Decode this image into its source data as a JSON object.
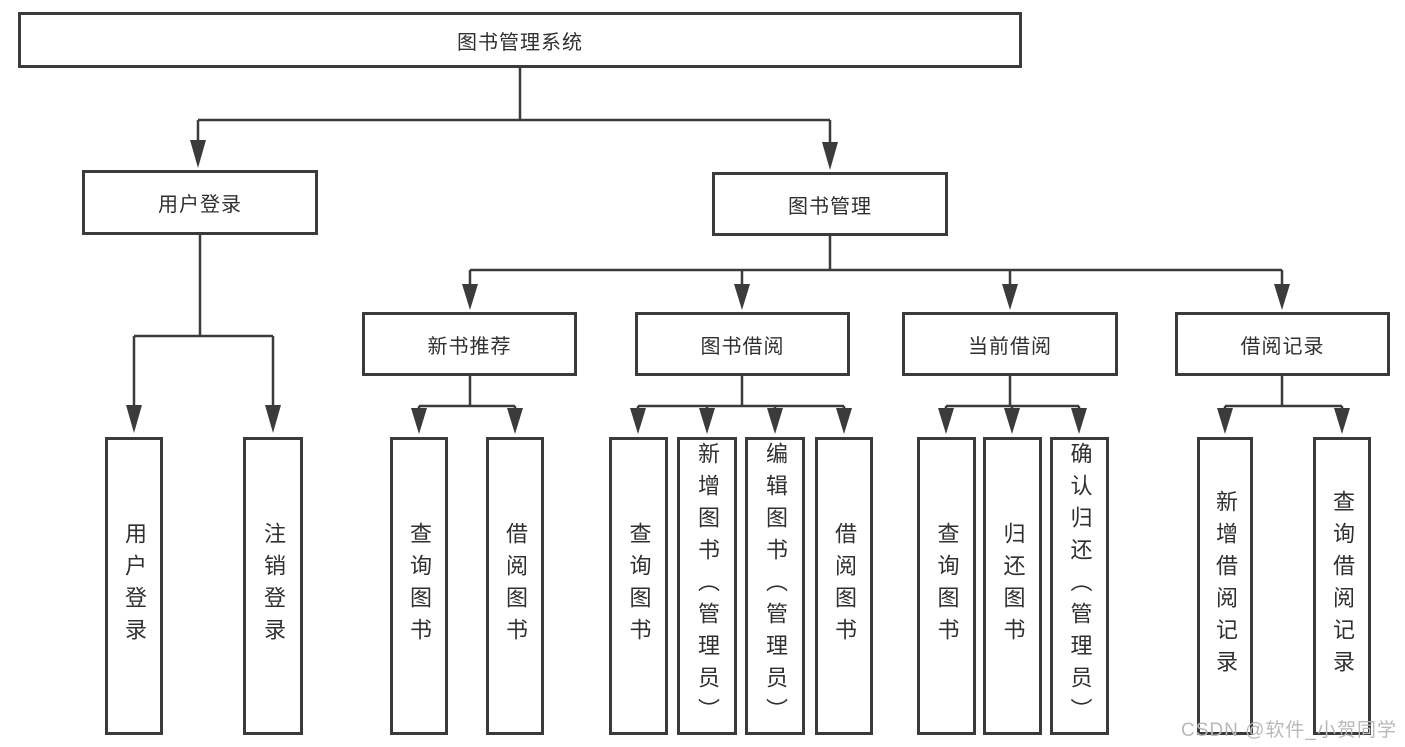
{
  "diagram": {
    "root": {
      "label": "图书管理系统"
    },
    "branches": [
      {
        "label": "用户登录",
        "children": [
          {
            "label": "用户登录"
          },
          {
            "label": "注销登录"
          }
        ]
      },
      {
        "label": "图书管理",
        "children": [
          {
            "label": "新书推荐",
            "children": [
              {
                "label": "查询图书"
              },
              {
                "label": "借阅图书"
              }
            ]
          },
          {
            "label": "图书借阅",
            "children": [
              {
                "label": "查询图书"
              },
              {
                "label": "新增图书（管理员）"
              },
              {
                "label": "编辑图书（管理员）"
              },
              {
                "label": "借阅图书"
              }
            ]
          },
          {
            "label": "当前借阅",
            "children": [
              {
                "label": "查询图书"
              },
              {
                "label": "归还图书"
              },
              {
                "label": "确认归还（管理员）"
              }
            ]
          },
          {
            "label": "借阅记录",
            "children": [
              {
                "label": "新增借阅记录"
              },
              {
                "label": "查询借阅记录"
              }
            ]
          }
        ]
      }
    ]
  },
  "watermark": "CSDN @软件_小贺同学",
  "colors": {
    "line": "#3b3b3b",
    "box_border": "#3b3b3b",
    "text": "#303030",
    "watermark": "#b9b9b9",
    "background": "#ffffff"
  }
}
